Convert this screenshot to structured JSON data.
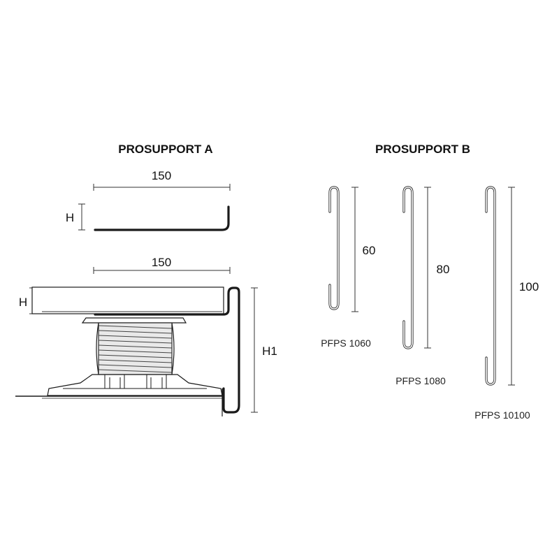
{
  "prosupport_a": {
    "title": "PROSUPPORT A",
    "top_width_label": "150",
    "top_height_label": "H",
    "bottom_width_label": "150",
    "bottom_height_label": "H",
    "total_height_label": "H1"
  },
  "prosupport_b": {
    "title": "PROSUPPORT B",
    "profiles": [
      {
        "height_label": "60",
        "code": "PFPS 1060"
      },
      {
        "height_label": "80",
        "code": "PFPS 1080"
      },
      {
        "height_label": "100",
        "code": "PFPS 10100"
      }
    ]
  }
}
